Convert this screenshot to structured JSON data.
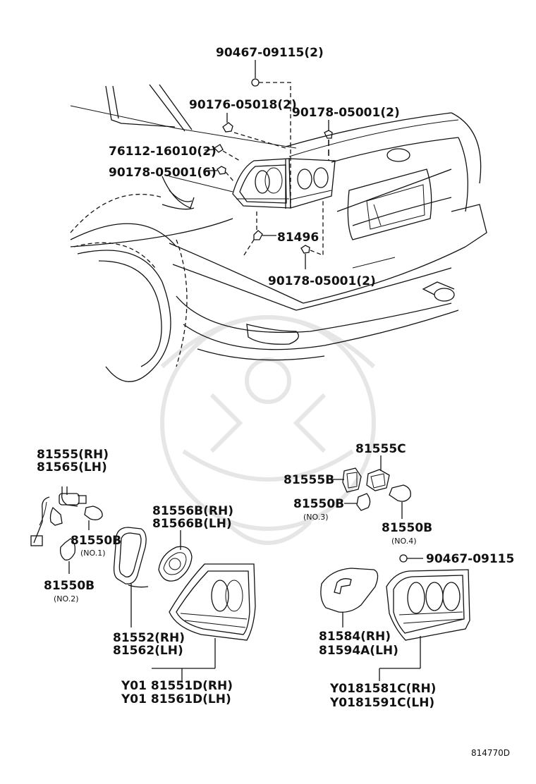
{
  "diagram": {
    "reference_number": "814770D",
    "callouts": {
      "p90467_09115_2": "90467-09115(2)",
      "p90176_05018_2": "90176-05018(2)",
      "p90178_05001_2_top": "90178-05001(2)",
      "p76112_16010_2": "76112-16010(2)",
      "p90178_05001_6": "90178-05001(6)",
      "p81496": "81496",
      "p90178_05001_2_bottom": "90178-05001(2)",
      "p81555_rh": "81555(RH)",
      "p81565_lh": "81565(LH)",
      "p81550b_no1": "81550B",
      "no1": "(NO.1)",
      "p81550b_no2": "81550B",
      "no2": "(NO.2)",
      "p81556b_rh": "81556B(RH)",
      "p81566b_lh": "81566B(LH)",
      "p81552_rh": "81552(RH)",
      "p81562_lh": "81562(LH)",
      "p81551d_rh": "Y01 81551D(RH)",
      "p81561d_lh": "Y01 81561D(LH)",
      "p81555c": "81555C",
      "p81555b": "81555B",
      "p81550b_no3": "81550B",
      "no3": "(NO.3)",
      "p81550b_no4": "81550B",
      "no4": "(NO.4)",
      "p90467_09115": "90467-09115",
      "p81584_rh": "81584(RH)",
      "p81594a_lh": "81594A(LH)",
      "p81581c_rh": "Y0181581C(RH)",
      "p81591c_lh": "Y0181591C(LH)"
    }
  }
}
